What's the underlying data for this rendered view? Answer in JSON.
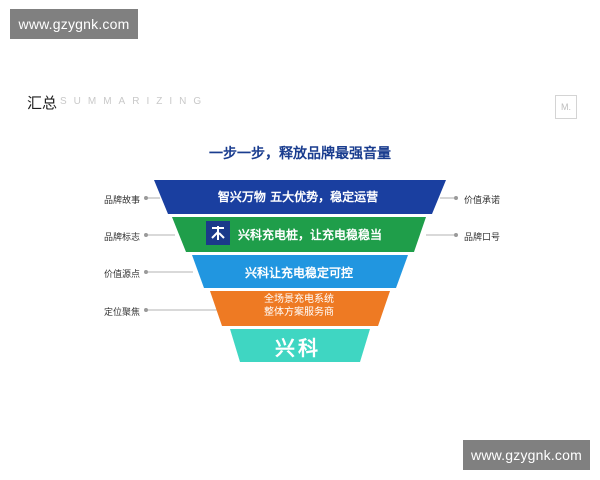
{
  "watermarks": {
    "top": "www.gzygnk.com",
    "bottom": "www.gzygnk.com"
  },
  "header": {
    "title_cn": "汇总",
    "title_en": "SUMMARIZING",
    "logo_text": "M."
  },
  "title": "一步一步，释放品牌最强音量",
  "funnel": {
    "levels": [
      {
        "text": "智兴万物    五大优势，稳定运营",
        "color": "#1a3fa0"
      },
      {
        "text": "兴科充电桩，让充电稳稳当",
        "color": "#1f9e4a",
        "icon": "brand-logo-icon"
      },
      {
        "text": "兴科让充电稳定可控",
        "color": "#2196e0"
      },
      {
        "line1": "全场景充电系统",
        "line2": "整体方案服务商",
        "color": "#ee7a23"
      },
      {
        "text": "兴科",
        "color": "#3fd6c2"
      }
    ]
  },
  "left_labels": [
    "品牌故事",
    "品牌标志",
    "价值源点",
    "定位聚焦"
  ],
  "right_labels": [
    "价值承诺",
    "品牌口号"
  ]
}
